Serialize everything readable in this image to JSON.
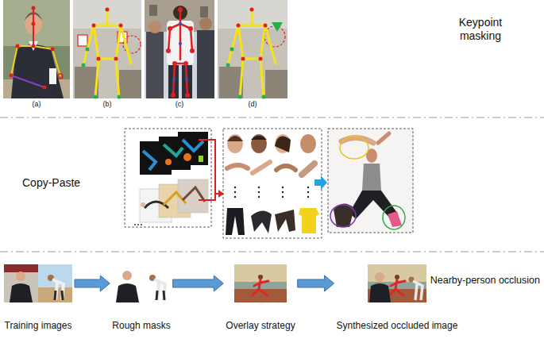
{
  "diagram": {
    "nodes": [
      {
        "text": [
          "Training images"
        ]
      },
      {
        "text": [
          "Rough masks"
        ]
      },
      {
        "text": [
          "Overlay strategy"
        ]
      },
      {
        "text": [
          "Synthesized occluded image"
        ]
      }
    ],
    "edges": [
      {
        "from": 0,
        "to": 1,
        "arrow": "to"
      },
      {
        "from": 1,
        "to": 2,
        "arrow": "to"
      },
      {
        "from": 2,
        "to": 3,
        "arrow": "to"
      }
    ],
    "labels": [
      "Keypoint masking",
      "(a)",
      "(b)",
      "(c)",
      "(d)",
      "Copy-Paste",
      "Nearby-person occlusion"
    ]
  }
}
